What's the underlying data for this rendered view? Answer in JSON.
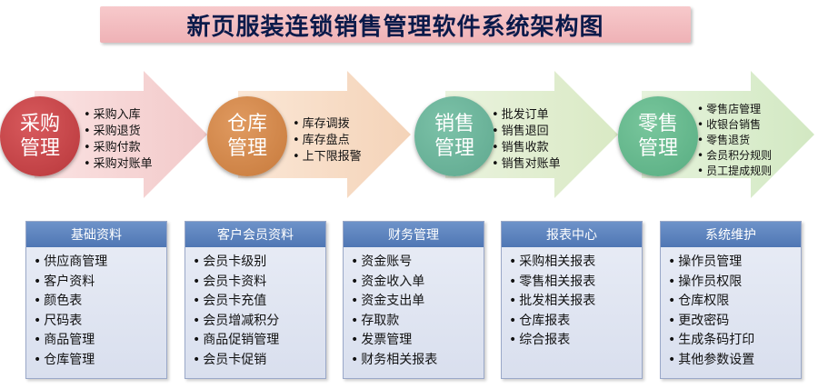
{
  "title": "新页服装连锁销售管理软件系统架构图",
  "stages": [
    {
      "name_line1": "采购",
      "name_line2": "管理",
      "color": "#b8373b",
      "items": [
        "采购入库",
        "采购退货",
        "采购付款",
        "采购对账单"
      ]
    },
    {
      "name_line1": "仓库",
      "name_line2": "管理",
      "color": "#c77a3c",
      "items": [
        "库存调拨",
        "库存盘点",
        "上下限报警"
      ]
    },
    {
      "name_line1": "销售",
      "name_line2": "管理",
      "color": "#5fa88f",
      "items": [
        "批发订单",
        "销售退回",
        "销售收款",
        "销售对账单"
      ]
    },
    {
      "name_line1": "零售",
      "name_line2": "管理",
      "color": "#58ad82",
      "items": [
        "零售店管理",
        "收银台销售",
        "零售退货",
        "会员积分规则",
        "员工提成规则"
      ]
    }
  ],
  "modules": [
    {
      "title": "基础资料",
      "items": [
        "供应商管理",
        "客户资料",
        "颜色表",
        "尺码表",
        "商品管理",
        "仓库管理"
      ]
    },
    {
      "title": "客户会员资料",
      "items": [
        "会员卡级别",
        "会员卡资料",
        "会员卡充值",
        "会员增减积分",
        "商品促销管理",
        "会员卡促销"
      ]
    },
    {
      "title": "财务管理",
      "items": [
        "资金账号",
        "资金收入单",
        "资金支出单",
        "存取款",
        "发票管理",
        "财务相关报表"
      ]
    },
    {
      "title": "报表中心",
      "items": [
        "采购相关报表",
        "零售相关报表",
        "批发相关报表",
        "仓库报表",
        "综合报表"
      ]
    },
    {
      "title": "系统维护",
      "items": [
        "操作员管理",
        "操作员权限",
        "仓库权限",
        "更改密码",
        "生成条码打印",
        "其他参数设置"
      ]
    }
  ]
}
